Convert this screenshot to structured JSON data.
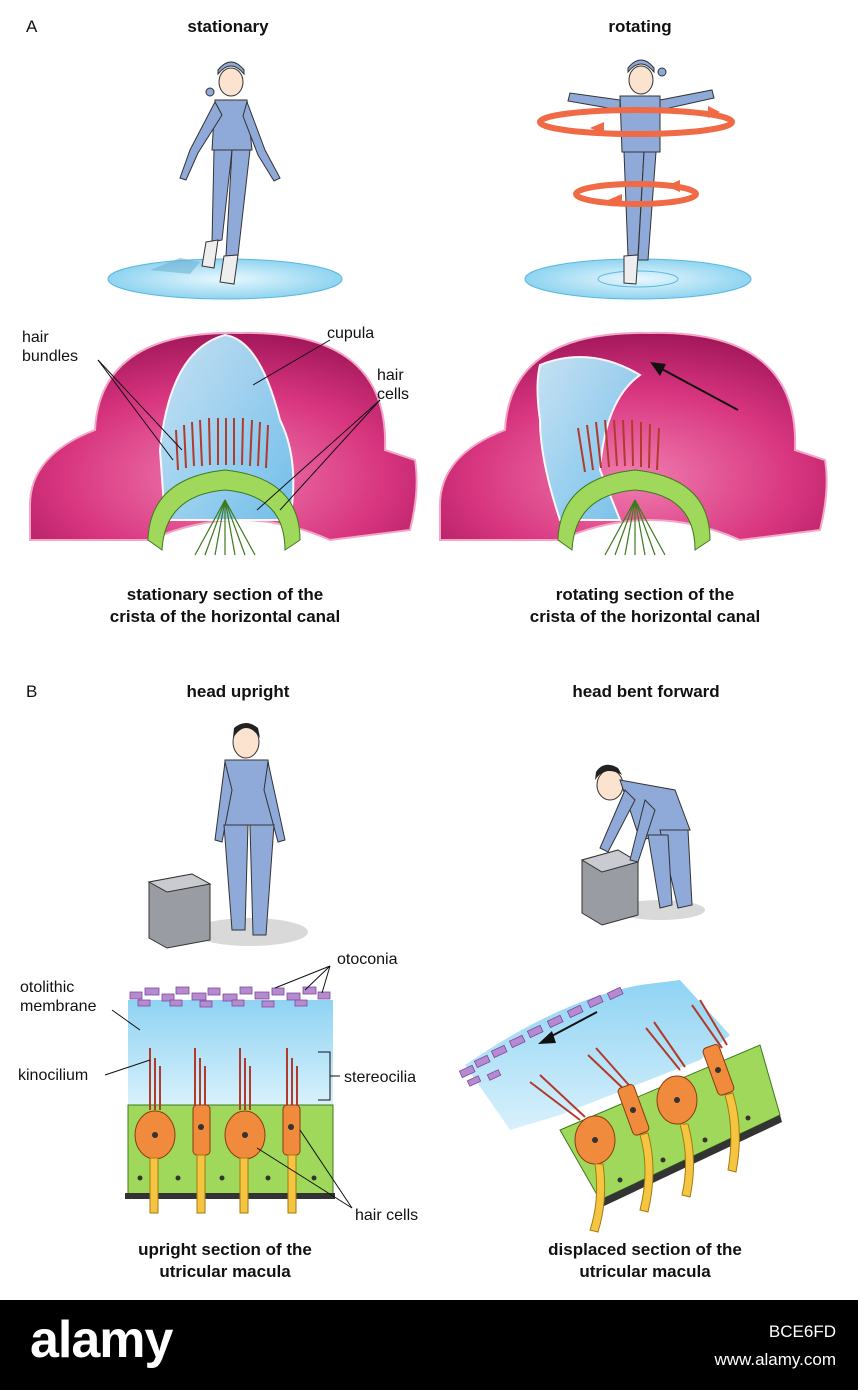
{
  "panel_a": {
    "letter": "A",
    "left": {
      "heading": "stationary",
      "caption_line1": "stationary section of the",
      "caption_line2": "crista of the horizontal canal"
    },
    "right": {
      "heading": "rotating",
      "caption_line1": "rotating section of the",
      "caption_line2": "crista of the horizontal canal"
    },
    "labels": {
      "hair_bundles_1": "hair",
      "hair_bundles_2": "bundles",
      "cupula": "cupula",
      "hair_cells_1": "hair",
      "hair_cells_2": "cells"
    }
  },
  "panel_b": {
    "letter": "B",
    "left": {
      "heading": "head upright",
      "caption_line1": "upright section of the",
      "caption_line2": "utricular macula"
    },
    "right": {
      "heading": "head bent forward",
      "caption_line1": "displaced section of the",
      "caption_line2": "utricular macula"
    },
    "labels": {
      "otoconia": "otoconia",
      "otolithic_1": "otolithic",
      "otolithic_2": "membrane",
      "kinocilium": "kinocilium",
      "stereocilia": "stereocilia",
      "hair_cells": "hair cells"
    }
  },
  "footer": {
    "logo": "alamy",
    "image_id": "BCE6FD",
    "site": "www.alamy.com"
  },
  "colors": {
    "crista_pink": "#d8357f",
    "cupula_blue": "#8fd3f3",
    "support_green": "#9fd85a",
    "hair_cell_orange": "#f08a3c",
    "arrow_orange": "#ef6a45",
    "otoconia_purple": "#b58ad0",
    "clothing_blue": "#8fa9d8"
  }
}
